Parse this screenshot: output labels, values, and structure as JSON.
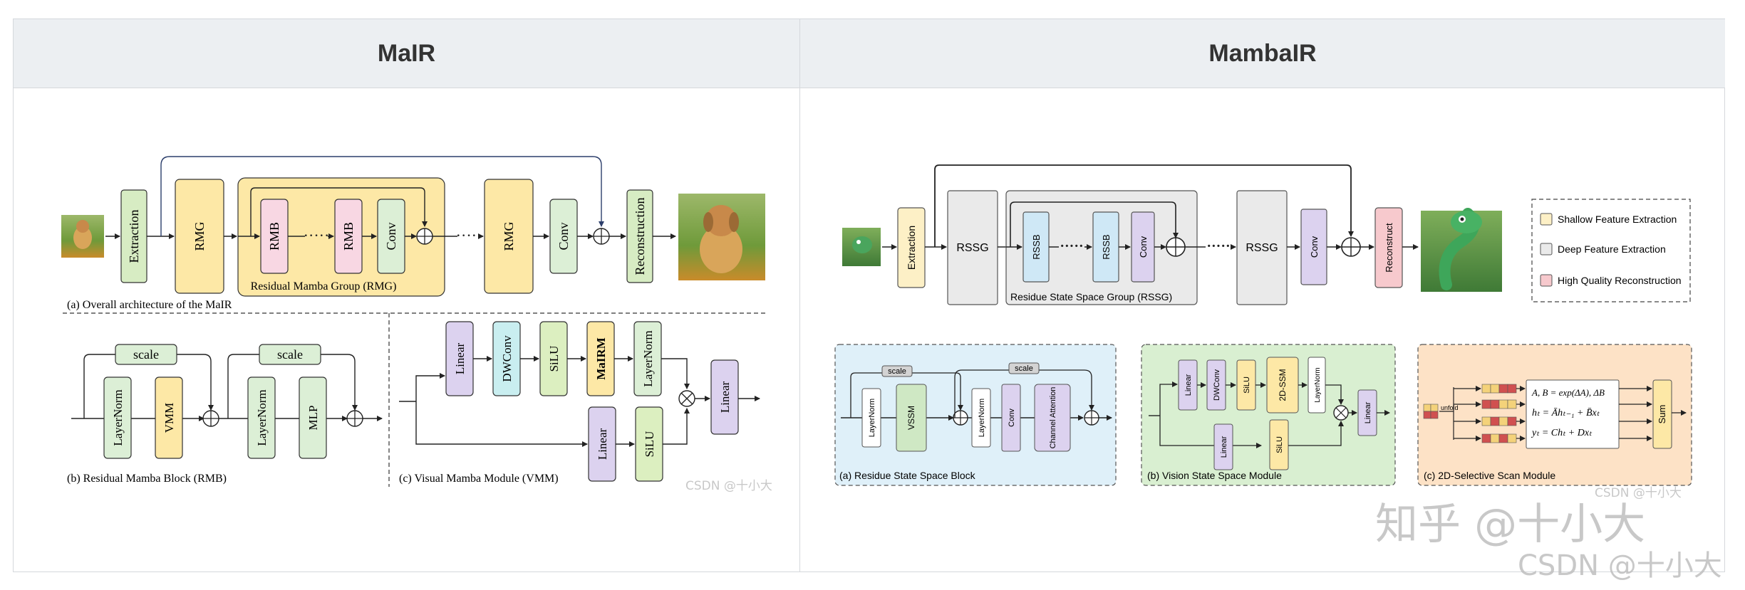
{
  "table": {
    "left_header": "MaIR",
    "right_header": "MambaIR"
  },
  "mair": {
    "overall": {
      "extraction": "Extraction",
      "rmg1": "RMG",
      "rmb1": "RMB",
      "rmb2": "RMB",
      "conv_in_group": "Conv",
      "rmg2": "RMG",
      "conv": "Conv",
      "reconstruction": "Reconstruction",
      "group_label": "Residual Mamba Group (RMG)",
      "caption": "(a) Overall architecture of the MaIR"
    },
    "rmb": {
      "scale1": "scale",
      "scale2": "scale",
      "layernorm1": "LayerNorm",
      "vmm": "VMM",
      "layernorm2": "LayerNorm",
      "mlp": "MLP",
      "caption": "(b) Residual Mamba Block (RMB)"
    },
    "vmm": {
      "linear1": "Linear",
      "dwconv": "DWConv",
      "silu1": "SiLU",
      "mairm": "MaIRM",
      "layernorm": "LayerNorm",
      "linear_out": "Linear",
      "linear2": "Linear",
      "silu2": "SiLU",
      "caption": "(c) Visual Mamba Module (VMM)"
    },
    "watermark": "CSDN @十小大"
  },
  "mambair": {
    "overall": {
      "extraction": "Extraction",
      "rssg1": "RSSG",
      "rssb1": "RSSB",
      "rssb2": "RSSB",
      "conv_in_group": "Conv",
      "rssg2": "RSSG",
      "conv": "Conv",
      "reconstruct": "Reconstruct",
      "group_label": "Residue State Space Group (RSSG)"
    },
    "legend": [
      {
        "label": "Shallow Feature Extraction",
        "color": "#fdf0c6"
      },
      {
        "label": "Deep Feature Extraction",
        "color": "#eaeaea"
      },
      {
        "label": "High Quality Reconstruction",
        "color": "#f7c9cd"
      }
    ],
    "rssb": {
      "scale1": "scale",
      "scale2": "scale",
      "layernorm1": "LayerNorm",
      "vssm": "VSSM",
      "layernorm2": "LayerNorm",
      "conv": "Conv",
      "channel_attention": "Channel Attention",
      "caption": "(a) Residue State Space Block"
    },
    "vssm": {
      "linear1": "Linear",
      "dwconv": "DWConv",
      "silu1": "SiLU",
      "ssm2d": "2D-SSM",
      "layernorm": "LayerNorm",
      "linear_out": "Linear",
      "linear2": "Linear",
      "silu2": "SiLU",
      "caption": "(b) Vision State Space Module"
    },
    "scan": {
      "unfold": "unfold",
      "eq1": "A, B = exp(ΔA), ΔB",
      "eq2": "hₜ = Āhₜ₋₁ + B̄xₜ",
      "eq3": "yₜ = Chₜ + Dxₜ",
      "sum": "Sum",
      "caption": "(c) 2D-Selective Scan Module"
    },
    "watermark_small": "CSDN @十小大",
    "watermark_zhihu": "知乎 @十小大",
    "watermark_csdn": "CSDN @十小大"
  }
}
